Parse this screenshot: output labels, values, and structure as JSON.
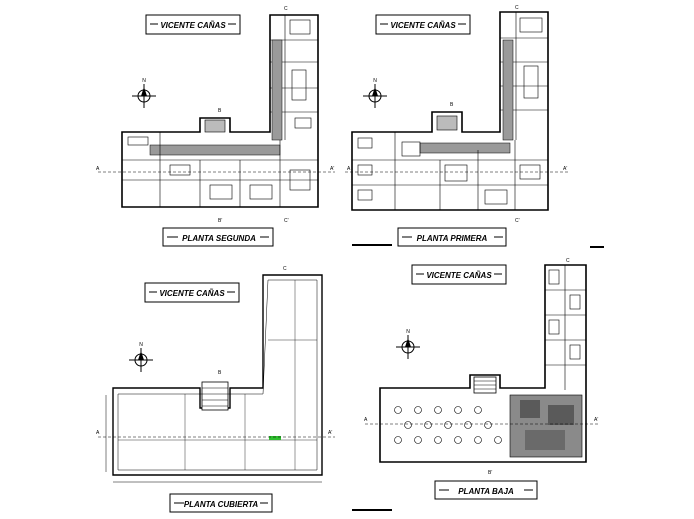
{
  "street_label": "VICENTE CAÑAS",
  "plans": {
    "segunda": {
      "title": "PLANTA SEGUNDA"
    },
    "primera": {
      "title": "PLANTA PRIMERA"
    },
    "cubierta": {
      "title": "PLANTA CUBIERTA"
    },
    "baja": {
      "title": "PLANTA BAJA"
    }
  },
  "section_marks": {
    "a": "A",
    "a_prime": "A'",
    "b": "B",
    "b_prime": "B'",
    "c": "C",
    "c_prime": "C'"
  },
  "north_letter": "N",
  "colors": {
    "ink": "#000000",
    "paper": "#ffffff",
    "grey_fill": "#8a8a8a",
    "accent_green": "#2fbf2f"
  }
}
